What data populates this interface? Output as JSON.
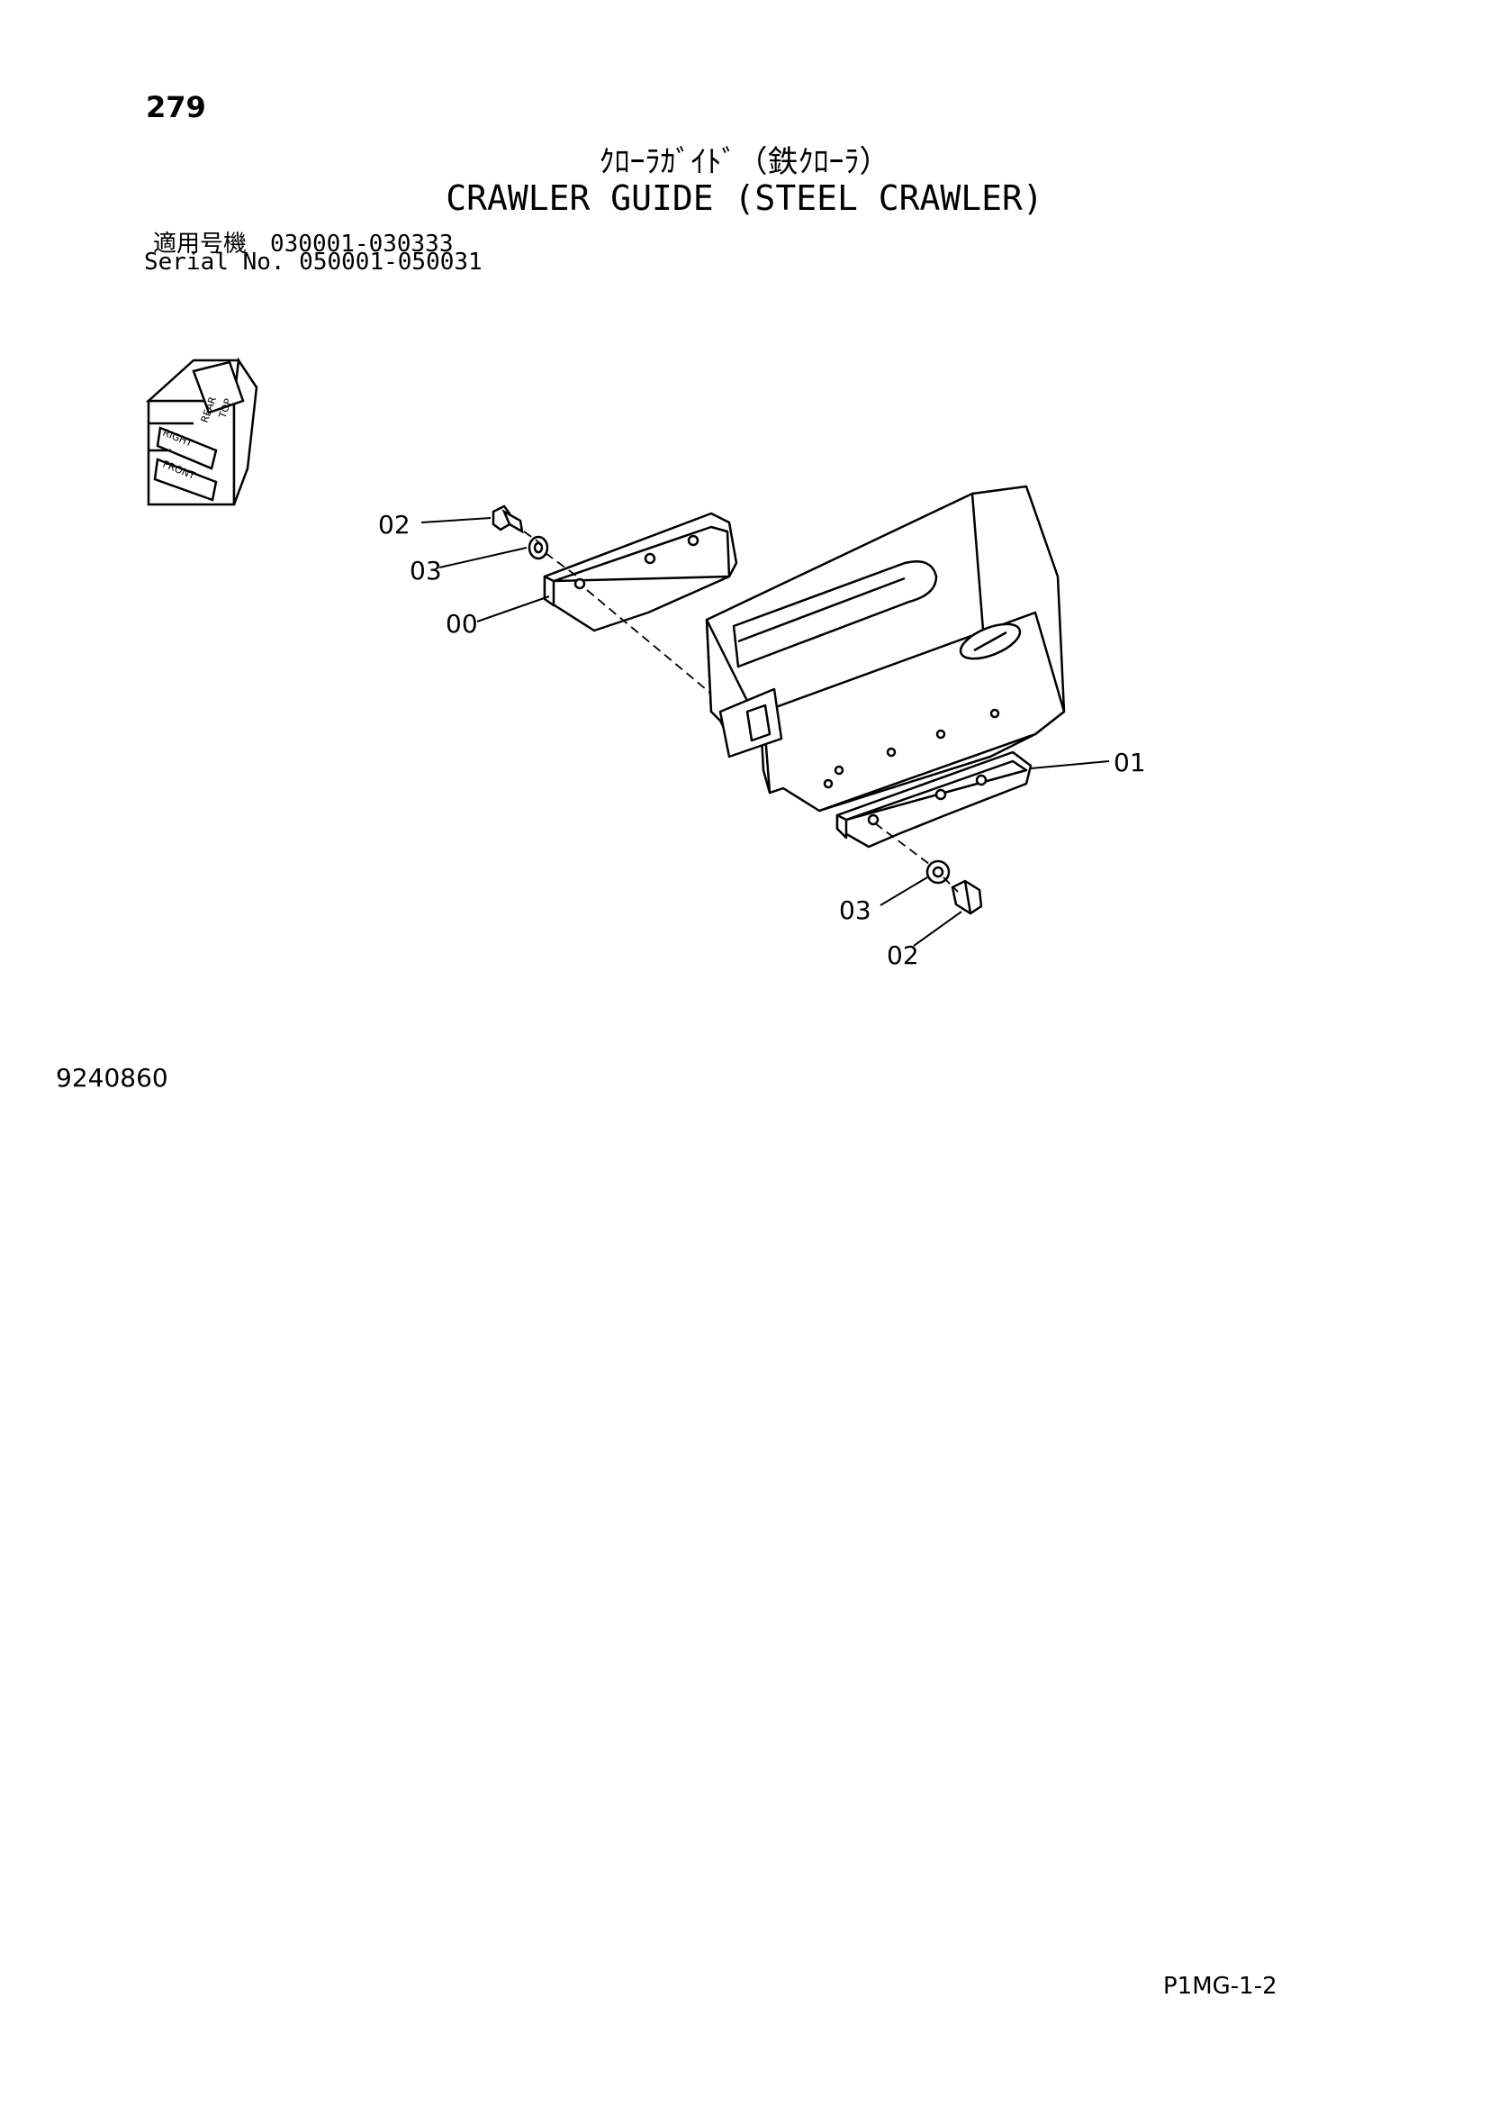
{
  "page_number": "279",
  "title_japanese": "ｸﾛｰﾗｶﾞｲﾄﾞ（鉄ｸﾛｰﾗ）",
  "title_english": "CRAWLER GUIDE (STEEL CRAWLER)",
  "serial_line_1": "適用号機　030001-030333",
  "serial_line_2": "Serial No. 050001-050031",
  "orientation_labels": {
    "top": "TOP",
    "rear": "REAR",
    "right": "RIGHT",
    "front": "FRONT"
  },
  "callouts": {
    "upper_bolt": "02",
    "upper_washer": "03",
    "upper_guide": "00",
    "lower_guide": "01",
    "lower_washer": "03",
    "lower_bolt": "02"
  },
  "drawing_number": "9240860",
  "page_code": "P1MG-1-2"
}
